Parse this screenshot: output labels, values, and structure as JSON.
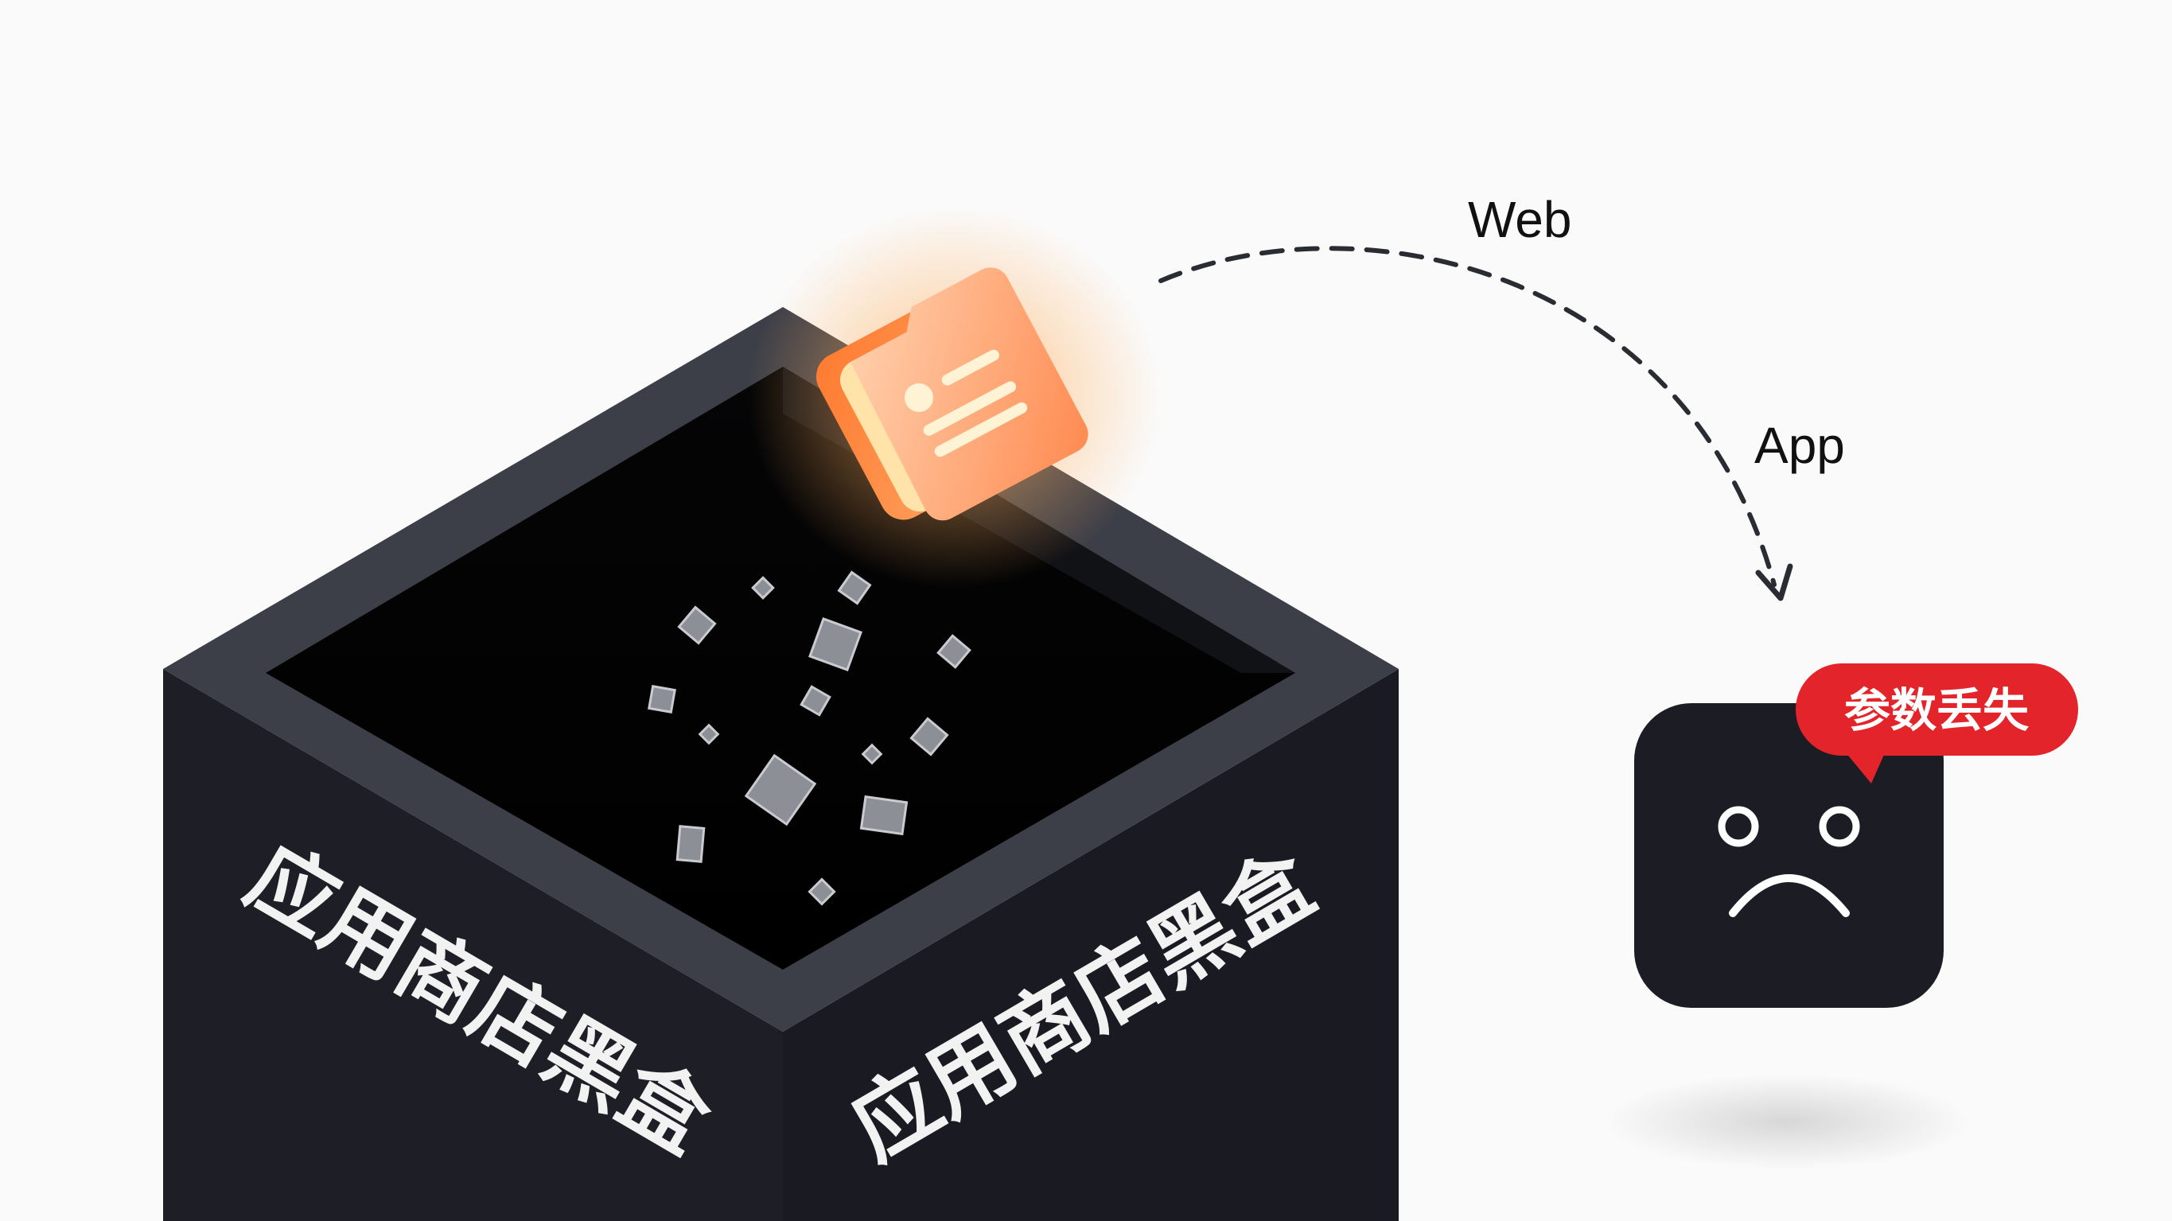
{
  "labels": {
    "web": "Web",
    "app": "App"
  },
  "box": {
    "left_face_text": "应用商店黑盒",
    "right_face_text": "应用商店黑盒"
  },
  "error_bubble": {
    "text": "参数丢失"
  },
  "colors": {
    "box_dark": "#1c1d24",
    "bubble_red": "#e3242b",
    "folder_orange": "#ff8a3d",
    "face_bg": "#1b1c24"
  }
}
